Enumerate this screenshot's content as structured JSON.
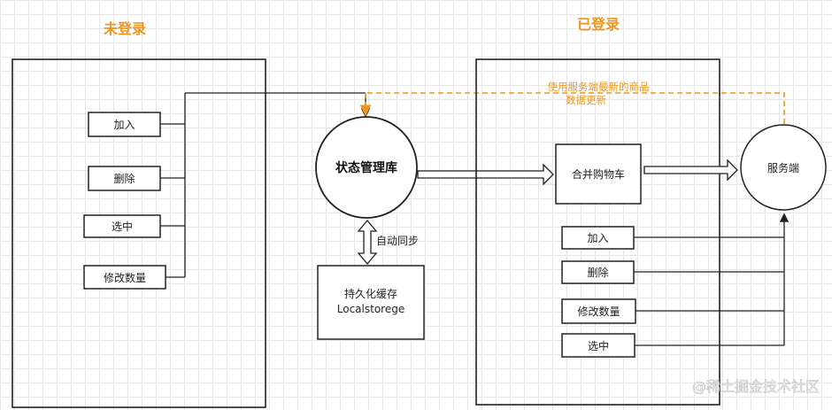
{
  "sections": {
    "logged_out": "未登录",
    "logged_in": "已登录"
  },
  "left_actions": [
    "加入",
    "删除",
    "选中",
    "修改数量"
  ],
  "state_store": "状态管理库",
  "sync_label": "自动同步",
  "persistence": {
    "line1": "持久化缓存",
    "line2": "Localstorege"
  },
  "merge_cart": "合并购物车",
  "server": "服务端",
  "update_note": {
    "line1": "使用服务端最新的商品",
    "line2": "数据更新"
  },
  "right_actions": [
    "加入",
    "删除",
    "修改数量",
    "选中"
  ],
  "watermark": "@稀土掘金技术社区",
  "colors": {
    "accent": "#f0961e",
    "stroke": "#222222",
    "grid": "#e6e6e6"
  }
}
